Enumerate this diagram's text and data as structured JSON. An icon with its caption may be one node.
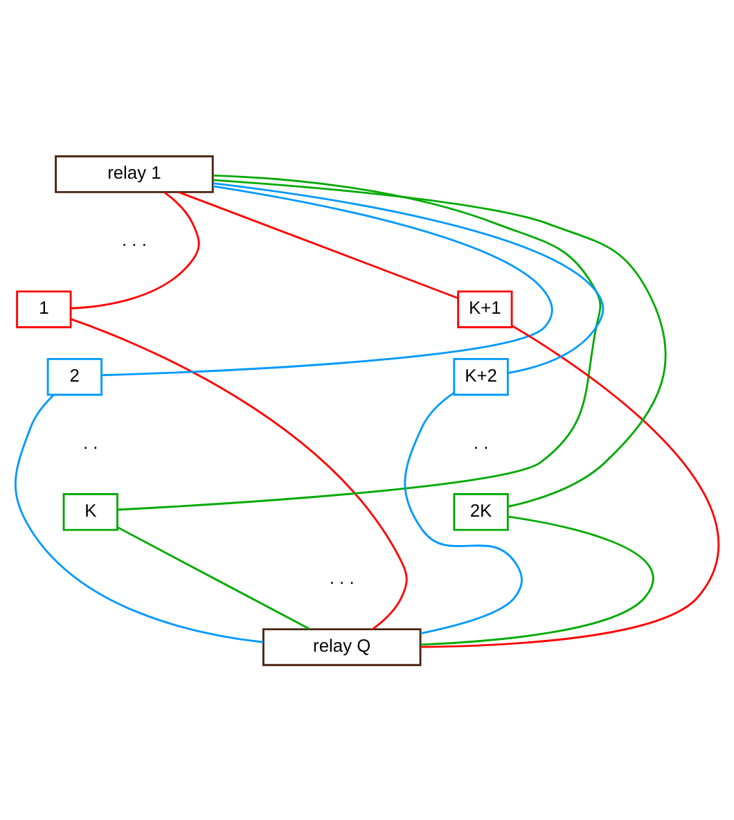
{
  "diagram": {
    "nodes": [
      {
        "text": [
          "relay 1"
        ]
      },
      {
        "text": [
          "1"
        ]
      },
      {
        "text": [
          "2"
        ]
      },
      {
        "text": [
          "K"
        ]
      },
      {
        "text": [
          "K+1"
        ]
      },
      {
        "text": [
          "K+2"
        ]
      },
      {
        "text": [
          "2K"
        ]
      },
      {
        "text": [
          "relay Q"
        ]
      }
    ],
    "edges": [
      {
        "from": 1,
        "to": 0,
        "arrow": "none",
        "color": "#ff0000"
      },
      {
        "from": 1,
        "to": 7,
        "arrow": "none",
        "color": "#ff0000"
      },
      {
        "from": 2,
        "to": 0,
        "arrow": "none",
        "color": "#0099ff"
      },
      {
        "from": 2,
        "to": 7,
        "arrow": "none",
        "color": "#0099ff"
      },
      {
        "from": 3,
        "to": 0,
        "arrow": "none",
        "color": "#00aa00"
      },
      {
        "from": 3,
        "to": 7,
        "arrow": "none",
        "color": "#00aa00"
      },
      {
        "from": 4,
        "to": 0,
        "arrow": "none",
        "color": "#ff0000"
      },
      {
        "from": 4,
        "to": 7,
        "arrow": "none",
        "color": "#ff0000"
      },
      {
        "from": 5,
        "to": 0,
        "arrow": "none",
        "color": "#0099ff"
      },
      {
        "from": 5,
        "to": 7,
        "arrow": "none",
        "color": "#0099ff"
      },
      {
        "from": 6,
        "to": 0,
        "arrow": "none",
        "color": "#00aa00"
      },
      {
        "from": 6,
        "to": 7,
        "arrow": "none",
        "color": "#00aa00"
      }
    ],
    "labels": [
      ". . .",
      ". .",
      ". .",
      ". . ."
    ]
  }
}
